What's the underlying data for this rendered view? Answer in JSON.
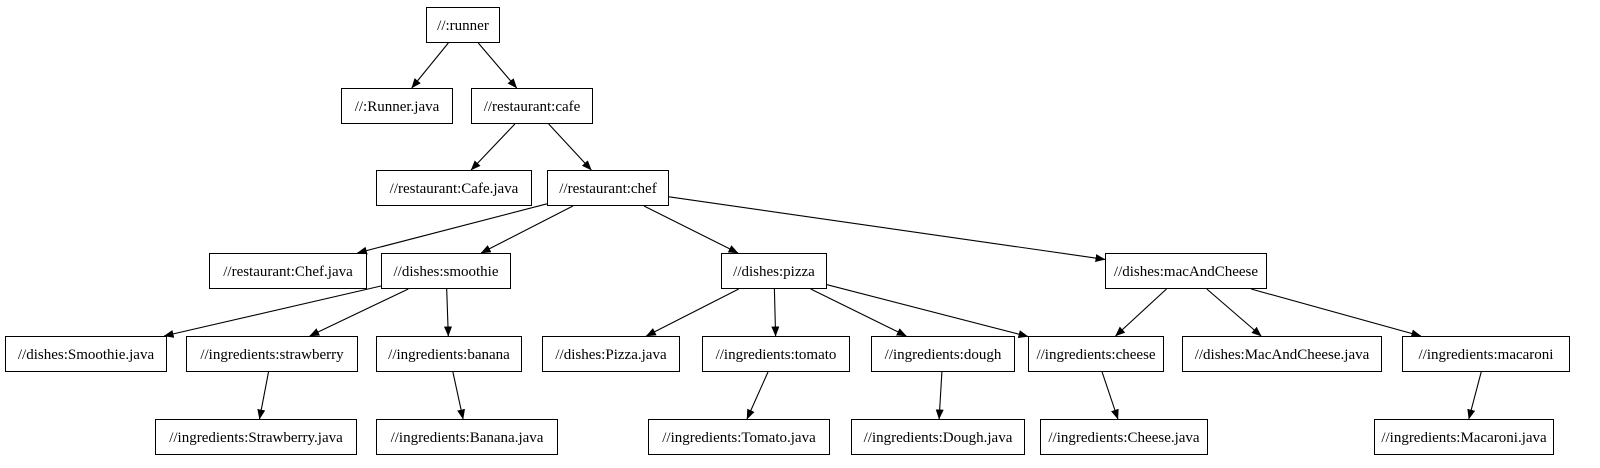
{
  "diagram": {
    "kind": "dependency-graph",
    "colors": {
      "background": "#ffffff",
      "node_fill": "#ffffff",
      "node_border": "#000000",
      "text": "#000000",
      "edge": "#000000"
    },
    "nodes": {
      "runner": {
        "label": "//:runner"
      },
      "runner_java": {
        "label": "//:Runner.java"
      },
      "cafe": {
        "label": "//restaurant:cafe"
      },
      "cafe_java": {
        "label": "//restaurant:Cafe.java"
      },
      "chef": {
        "label": "//restaurant:chef"
      },
      "chef_java": {
        "label": "//restaurant:Chef.java"
      },
      "smoothie": {
        "label": "//dishes:smoothie"
      },
      "pizza": {
        "label": "//dishes:pizza"
      },
      "macandcheese": {
        "label": "//dishes:macAndCheese"
      },
      "smoothie_java": {
        "label": "//dishes:Smoothie.java"
      },
      "strawberry": {
        "label": "//ingredients:strawberry"
      },
      "banana": {
        "label": "//ingredients:banana"
      },
      "pizza_java": {
        "label": "//dishes:Pizza.java"
      },
      "tomato": {
        "label": "//ingredients:tomato"
      },
      "dough": {
        "label": "//ingredients:dough"
      },
      "cheese": {
        "label": "//ingredients:cheese"
      },
      "macandcheese_java": {
        "label": "//dishes:MacAndCheese.java"
      },
      "macaroni": {
        "label": "//ingredients:macaroni"
      },
      "strawberry_java": {
        "label": "//ingredients:Strawberry.java"
      },
      "banana_java": {
        "label": "//ingredients:Banana.java"
      },
      "tomato_java": {
        "label": "//ingredients:Tomato.java"
      },
      "dough_java": {
        "label": "//ingredients:Dough.java"
      },
      "cheese_java": {
        "label": "//ingredients:Cheese.java"
      },
      "macaroni_java": {
        "label": "//ingredients:Macaroni.java"
      }
    },
    "edges": [
      {
        "from": "runner",
        "to": "runner_java"
      },
      {
        "from": "runner",
        "to": "cafe"
      },
      {
        "from": "cafe",
        "to": "cafe_java"
      },
      {
        "from": "cafe",
        "to": "chef"
      },
      {
        "from": "chef",
        "to": "chef_java"
      },
      {
        "from": "chef",
        "to": "smoothie"
      },
      {
        "from": "chef",
        "to": "pizza"
      },
      {
        "from": "chef",
        "to": "macandcheese"
      },
      {
        "from": "smoothie",
        "to": "smoothie_java"
      },
      {
        "from": "smoothie",
        "to": "strawberry"
      },
      {
        "from": "smoothie",
        "to": "banana"
      },
      {
        "from": "strawberry",
        "to": "strawberry_java"
      },
      {
        "from": "banana",
        "to": "banana_java"
      },
      {
        "from": "pizza",
        "to": "pizza_java"
      },
      {
        "from": "pizza",
        "to": "tomato"
      },
      {
        "from": "pizza",
        "to": "dough"
      },
      {
        "from": "pizza",
        "to": "cheese"
      },
      {
        "from": "tomato",
        "to": "tomato_java"
      },
      {
        "from": "dough",
        "to": "dough_java"
      },
      {
        "from": "cheese",
        "to": "cheese_java"
      },
      {
        "from": "macandcheese",
        "to": "cheese"
      },
      {
        "from": "macandcheese",
        "to": "macandcheese_java"
      },
      {
        "from": "macandcheese",
        "to": "macaroni"
      },
      {
        "from": "macaroni",
        "to": "macaroni_java"
      }
    ]
  }
}
